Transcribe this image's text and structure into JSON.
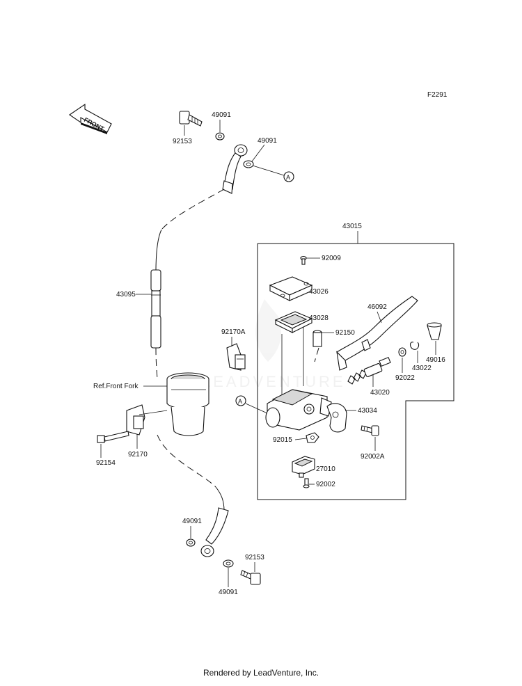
{
  "diagram_code": "F2291",
  "front_label": "FRONT",
  "ref_label": "Ref.Front Fork",
  "watermark": "LEADVENTURE",
  "footer": "Rendered by LeadVenture, Inc.",
  "parts": {
    "p49091_top1": "49091",
    "p49091_top2": "49091",
    "p92153_top": "92153",
    "p43095": "43095",
    "p43015": "43015",
    "p92009": "92009",
    "p43026": "43026",
    "p43028": "43028",
    "p46092": "46092",
    "p92150": "92150",
    "p92170A": "92170A",
    "p49016": "49016",
    "p43022": "43022",
    "p92022": "92022",
    "p43020": "43020",
    "p43034": "43034",
    "p92015": "92015",
    "p92002A": "92002A",
    "p27010": "27010",
    "p92002": "92002",
    "p92154": "92154",
    "p92170": "92170",
    "p49091_bot1": "49091",
    "p92153_bot": "92153",
    "p49091_bot2": "49091"
  },
  "callouts": {
    "a_top": "A",
    "a_mid": "A"
  }
}
